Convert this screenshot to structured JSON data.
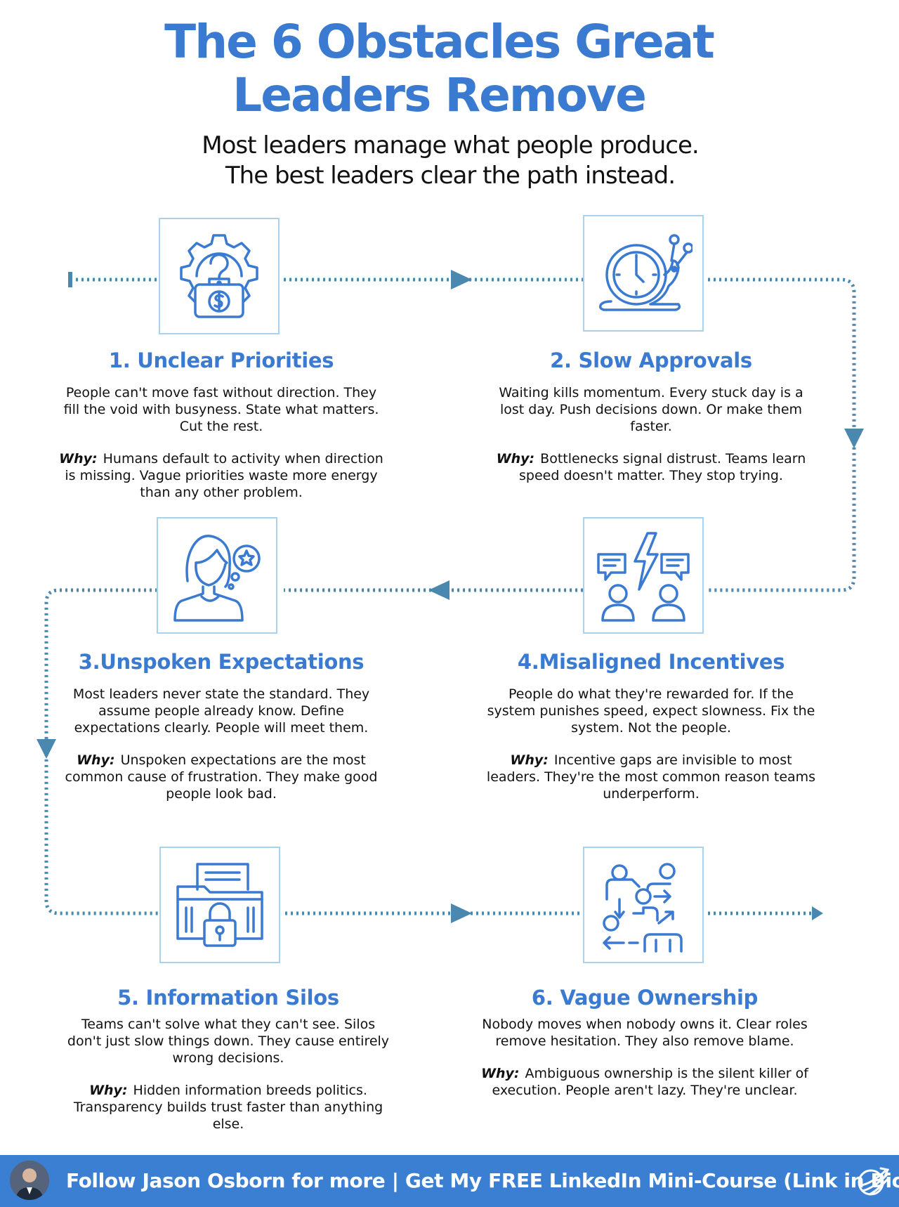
{
  "title": {
    "line1": "The 6 Obstacles Great",
    "line2": "Leaders Remove"
  },
  "subtitle": {
    "line1": "Most leaders manage what people produce.",
    "line2": "The best leaders clear the path instead."
  },
  "colors": {
    "accent": "#3a7ad0",
    "connector": "#4a88b0",
    "icon_border": "#a9d2ec",
    "footer_bg": "#3b7fd3"
  },
  "why_label": "Why:",
  "obstacles": [
    {
      "heading": "1. Unclear Priorities",
      "icon": "gear-briefcase-icon",
      "body": "People can't move fast without direction. They fill the void with busyness. State what matters. Cut the rest.",
      "why": "Humans default to activity when direction is missing. Vague priorities waste more energy than any other problem."
    },
    {
      "heading": "2. Slow Approvals",
      "icon": "clock-snail-icon",
      "body": "Waiting kills momentum. Every stuck day is a lost day. Push decisions down. Or make them faster.",
      "why": "Bottlenecks signal distrust. Teams learn speed doesn't matter. They stop trying."
    },
    {
      "heading": "3.Unspoken Expectations",
      "icon": "woman-thought-bubble-icon",
      "body": "Most leaders never state the standard. They assume people already know. Define expectations clearly. People will meet them.",
      "why": "Unspoken expectations are the most common cause of frustration. They make good people look bad."
    },
    {
      "heading": "4.Misaligned Incentives",
      "icon": "conflict-people-icon",
      "body": "People do what they're rewarded for. If the system punishes speed, expect slowness. Fix the system. Not the people.",
      "why": "Incentive gaps are invisible to most leaders. They're the most common reason teams underperform."
    },
    {
      "heading": "5. Information Silos",
      "icon": "locked-folder-icon",
      "body": "Teams can't solve what they can't see. Silos don't just slow things down. They cause entirely wrong decisions.",
      "why": "Hidden information breeds politics. Transparency builds trust faster than anything else."
    },
    {
      "heading": "6. Vague Ownership",
      "icon": "team-roles-icon",
      "body": "Nobody moves when nobody owns it. Clear roles remove hesitation. They also remove blame.",
      "why": "Ambiguous ownership is the silent killer of execution. People aren't lazy. They're unclear."
    }
  ],
  "footer": {
    "text": "Follow Jason Osborn for more | Get My FREE LinkedIn Mini-Course (Link in Bio)"
  }
}
